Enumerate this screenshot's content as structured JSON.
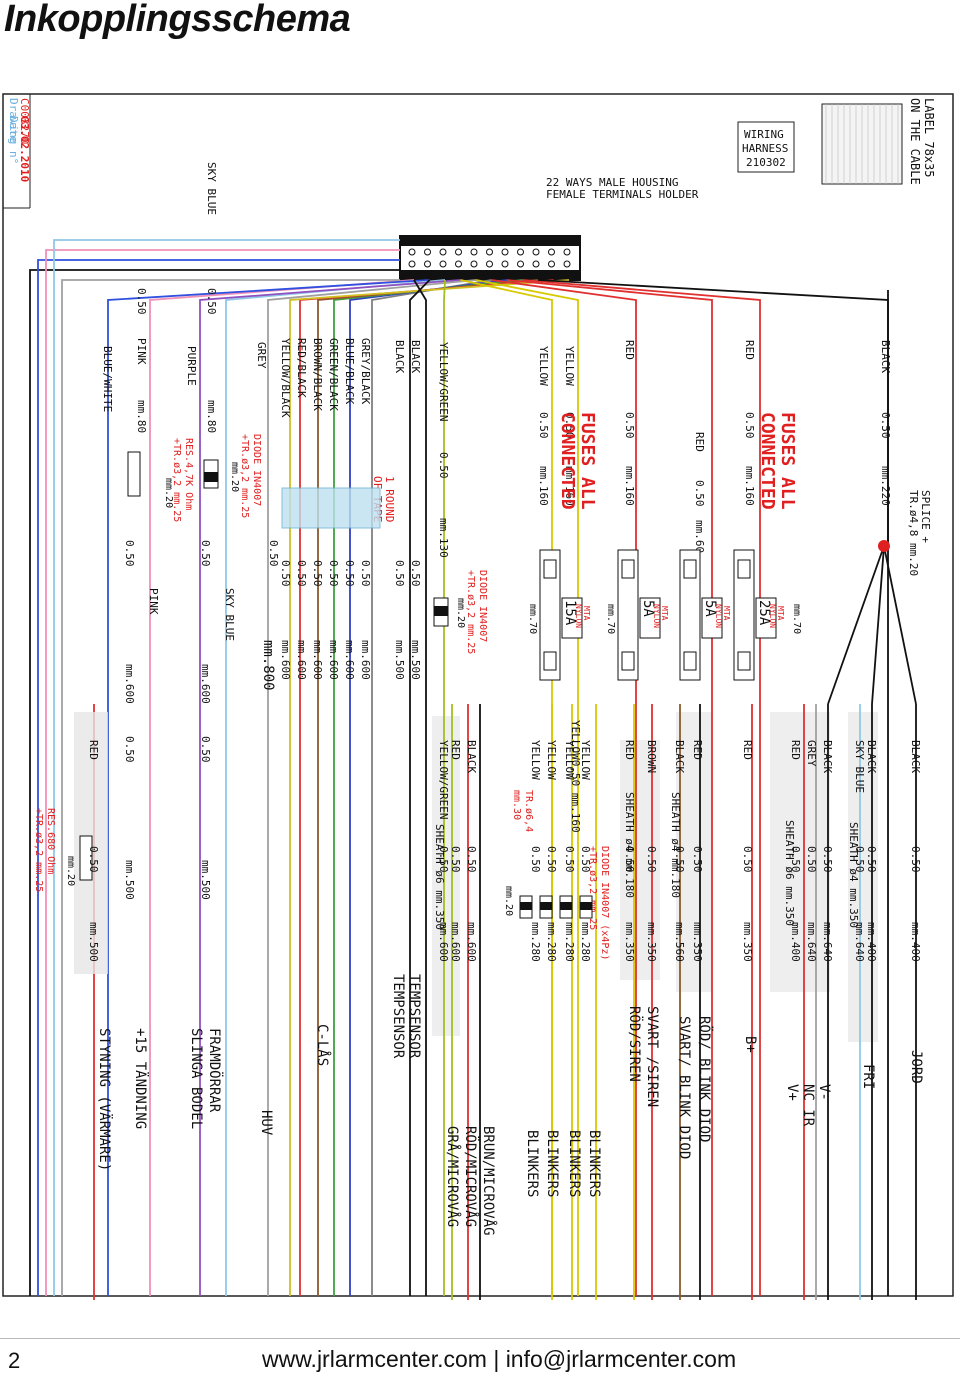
{
  "page": {
    "title": "Inkopplingsschema",
    "page_number": "2",
    "contact": "www.jrlarmcenter.com | info@jrlarmcenter.com"
  },
  "drawing_info": {
    "drawing_label": "Drawing n°",
    "drawing_number": "C003270",
    "date_label": "Date",
    "date": "03.02.2010"
  },
  "header": {
    "label_line1": "LABEL 78x35",
    "label_line2": "ON THE CABLE",
    "wiring_line1": "WIRING",
    "wiring_line2": "HARNESS",
    "wiring_line3": "210302",
    "housing_line1": "22 WAYS MALE HOUSING",
    "housing_line2": "FEMALE TERMINALS HOLDER"
  },
  "left_wires": [
    {
      "name": "PINK",
      "size": "0.50",
      "len": "mm.80",
      "color": "#f090b8"
    },
    {
      "name": "BLUE/WHITE",
      "size": "",
      "len": "",
      "color": "#3050e0"
    },
    {
      "name": "SKY BLUE",
      "size": "0.50",
      "len": "mm.80",
      "color": "#90c8e8"
    },
    {
      "name": "PURPLE",
      "size": "",
      "len": "",
      "color": "#9050c0"
    },
    {
      "name": "GREY",
      "size": "",
      "len": "",
      "color": "#a0a0a0"
    },
    {
      "name": "GREY/BLACK",
      "size": "0.50",
      "len": "mm.600",
      "color": "#808080"
    },
    {
      "name": "BLUE/BLACK",
      "size": "0.50",
      "len": "mm.600",
      "color": "#3040c0"
    },
    {
      "name": "GREEN/BLACK",
      "size": "0.50",
      "len": "mm.600",
      "color": "#40a040"
    },
    {
      "name": "BROWN/BLACK",
      "size": "0.50",
      "len": "mm.600",
      "color": "#8b5a2b"
    },
    {
      "name": "RED/BLACK",
      "size": "0.50",
      "len": "mm.600",
      "color": "#e03030"
    },
    {
      "name": "YELLOW/BLACK",
      "size": "0.50",
      "len": "mm.600",
      "color": "#d0c020"
    },
    {
      "name": "BLACK",
      "size": "0.50",
      "len": "mm.500",
      "color": "#111111"
    },
    {
      "name": "BLACK",
      "size": "0.50",
      "len": "mm.500",
      "color": "#111111"
    },
    {
      "name": "YELLOW/GREEN",
      "size": "0.50",
      "len": "mm.130",
      "color": "#a0c020"
    },
    {
      "name": "YELLOW",
      "size": "0.50",
      "len": "mm.160",
      "color": "#d8c800"
    },
    {
      "name": "YELLOW",
      "size": "0.50",
      "len": "mm.160",
      "color": "#d8c800"
    },
    {
      "name": "RED",
      "size": "0.50",
      "len": "mm.160",
      "color": "#e03030"
    },
    {
      "name": "RED",
      "size": "0.50",
      "len": "mm.60",
      "color": "#e03030"
    },
    {
      "name": "RED",
      "size": "0.50",
      "len": "mm.160",
      "color": "#e03030"
    },
    {
      "name": "BLACK",
      "size": "0.50",
      "len": "mm.220",
      "color": "#111111"
    }
  ],
  "misc_labels": {
    "res47k_1": "RES.4,7K Ohm",
    "res47k_2": "+TR.ø3,2 mm.25",
    "diode1_1": "DIODE IN4007",
    "diode1_2": "+TR.ø3,2 mm.25",
    "mm20": "mm.20",
    "round_tape_1": "1 ROUND",
    "round_tape_2": "OF TAPE",
    "diode2_1": "DIODE IN4007",
    "diode2_2": "+TR.ø3,2 mm.25",
    "fuses_1": "FUSES ALL",
    "fuses_2": "CONNECTED",
    "splice_1": "SPLICE +",
    "splice_2": "TR.ø4,8 mm.20",
    "mm70": "mm.70",
    "mini_15a": "15A",
    "mini_5a": "5A",
    "mini_25a": "25A",
    "mta": "MTA",
    "nylon": "NYLON",
    "mid_pink": "PINK",
    "mid_skyblue": "SKY BLUE",
    "mid_050": "0.50",
    "mm600": "mm.600",
    "mm800": "mm.800",
    "mm500": "mm.500",
    "res680_1": "RES.680 Ohm",
    "res680_2": "+TR.ø3,2 mm.25",
    "tr64_1": "TR.ø6,4",
    "tr64_2": "mm.30",
    "diode4_1": "DIODE IN4007 (x4Pz)",
    "diode4_2": "+TR.ø3,2 mm.25"
  },
  "right_wires": [
    {
      "name": "RED",
      "size": "0.50",
      "len": "mm.500"
    },
    {
      "name": "YELLOW/GREEN",
      "size": "0.50",
      "len": "mm.600"
    },
    {
      "name": "RED",
      "size": "0.50",
      "len": "mm.600"
    },
    {
      "name": "BLACK",
      "size": "0.50",
      "len": "mm.600"
    },
    {
      "name": "YELLOW",
      "size": "0.50",
      "len": "mm.280"
    },
    {
      "name": "YELLOW",
      "size": "0.50",
      "len": "mm.280"
    },
    {
      "name": "YELLOW",
      "size": "0.50",
      "len": "mm.280"
    },
    {
      "name": "YELLOW",
      "size": "0.50",
      "len": "mm.280"
    },
    {
      "name": "RED",
      "size": "0.50",
      "len": "mm.350"
    },
    {
      "name": "BROWN",
      "size": "0.50",
      "len": "mm.350"
    },
    {
      "name": "BLACK",
      "size": "0.50",
      "len": "mm.560"
    },
    {
      "name": "RED",
      "size": "0.50",
      "len": "mm.350"
    },
    {
      "name": "RED",
      "size": "0.50",
      "len": "mm.350"
    },
    {
      "name": "RED",
      "size": "0.50",
      "len": "mm.400"
    },
    {
      "name": "GREY",
      "size": "0.50",
      "len": "mm.640"
    },
    {
      "name": "BLACK",
      "size": "0.50",
      "len": "mm.640"
    },
    {
      "name": "SKY BLUE",
      "size": "0.50",
      "len": "mm.640"
    },
    {
      "name": "BLACK",
      "size": "0.50",
      "len": "mm.400"
    },
    {
      "name": "BLACK",
      "size": "0.50",
      "len": "mm.400"
    }
  ],
  "right_misc": {
    "yellow_050_160": "YELLOW0,50 mm.160",
    "sheath_6_350_a": "SHEATH ø6 mm.350",
    "sheath_4_180_a": "SHEATH ø4 mm.180",
    "sheath_4_180_b": "SHEATH ø4 mm.180",
    "sheath_4_350": "SHEATH ø4 mm.350",
    "sheath_6_350_b": "SHEATH ø6 mm.350",
    "mm20": "mm.20"
  },
  "functions": {
    "jord": "JORD",
    "fri": "FRI",
    "v_minus": "V-",
    "nc_ir": "NC IR",
    "v_plus": "V+",
    "b_plus": "B+",
    "rod_blink": "RÖD/ BLINK DIOD",
    "svart_blink": "SVART/ BLINK DIOD",
    "svart_siren": "SVART /SIREN",
    "rod_siren": "RÖD/SIREN",
    "blinkers": "BLINKERS",
    "brun_micro": "BRUN/MICROVÅG",
    "rod_micro": "RÖD/MICROVÅG",
    "gra_micro": "GRÅ/MICROVÅG",
    "tempsensor": "TEMPSENSOR",
    "c_las": "C-LÅS",
    "huv": "HUV",
    "framdorrar": "FRAMDÖRRAR",
    "slinga": "SLINGA BODEL",
    "tandning": "+15 TÄNDNING",
    "styrning": "STYNING (VÄRMARE)"
  }
}
